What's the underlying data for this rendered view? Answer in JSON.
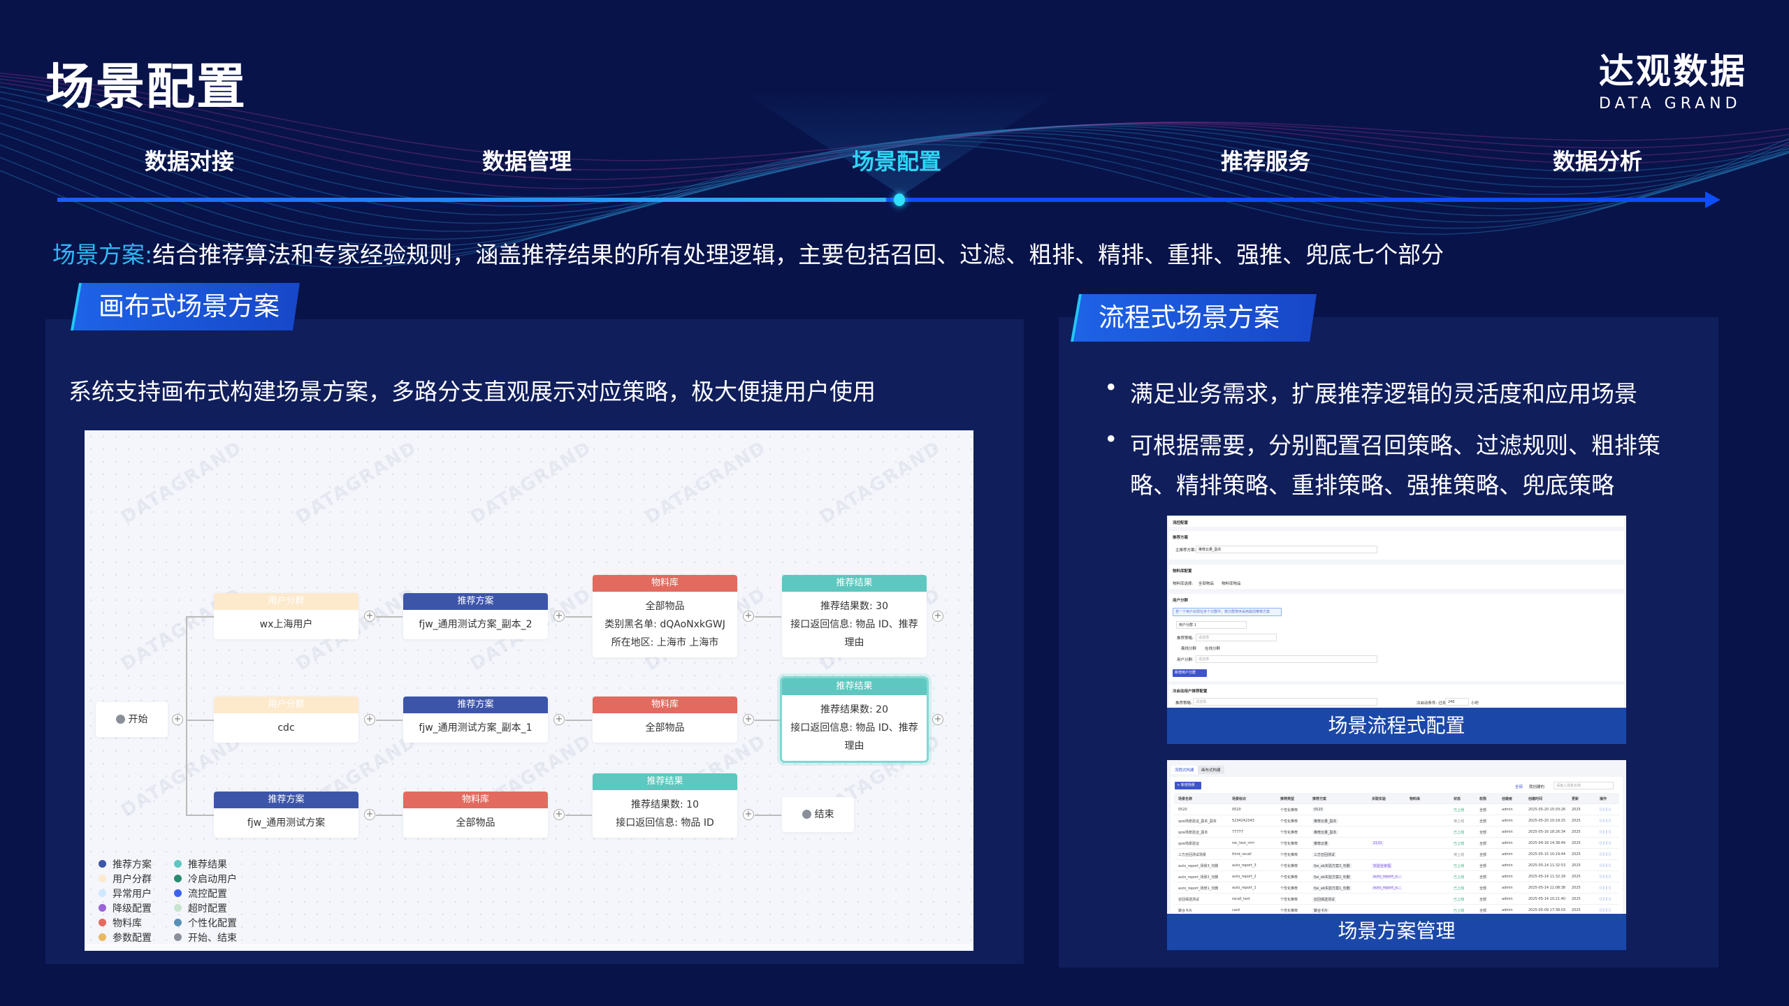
{
  "page_title": "场景配置",
  "logo": {
    "cn": "达观数据",
    "en": "DATA GRAND"
  },
  "nav": {
    "items": [
      "数据对接",
      "数据管理",
      "场景配置",
      "推荐服务",
      "数据分析"
    ],
    "active": "场景配置"
  },
  "description": {
    "key": "场景方案:",
    "text": "结合推荐算法和专家经验规则，涵盖推荐结果的所有处理逻辑，主要包括召回、过滤、粗排、精排、重排、强推、兜底七个部分"
  },
  "colors": {
    "background": "#08134a",
    "accent": "#2fd4f5",
    "tag": "#1e63e8",
    "caption": "#1b48a8"
  },
  "left": {
    "tag": "画布式场景方案",
    "text": "系统支持画布式构建场景方案，多路分支直观展示对应策略，极大便捷用户使用",
    "canvas": {
      "watermark": "DATAGRAND",
      "start": "开始",
      "end": "结束",
      "rows": [
        [
          {
            "type": "用户分群",
            "lines": [
              "wx上海用户"
            ]
          },
          {
            "type": "推荐方案",
            "lines": [
              "fjw_通用测试方案_副本_2"
            ]
          },
          {
            "type": "物料库",
            "lines": [
              "全部物品",
              "类别黑名单: dQAoNxkGWJ",
              "所在地区: 上海市 上海市"
            ]
          },
          {
            "type": "推荐结果",
            "lines": [
              "推荐结果数: 30",
              "接口返回信息: 物品 ID、推荐理由"
            ]
          }
        ],
        [
          {
            "type": "用户分群",
            "lines": [
              "cdc"
            ]
          },
          {
            "type": "推荐方案",
            "lines": [
              "fjw_通用测试方案_副本_1"
            ]
          },
          {
            "type": "物料库",
            "lines": [
              "全部物品"
            ]
          },
          {
            "type": "推荐结果",
            "lines": [
              "推荐结果数: 20",
              "接口返回信息: 物品 ID、推荐理由"
            ]
          }
        ],
        [
          {
            "type": "推荐方案",
            "lines": [
              "fjw_通用测试方案"
            ]
          },
          {
            "type": "物料库",
            "lines": [
              "全部物品"
            ]
          },
          {
            "type": "推荐结果",
            "lines": [
              "推荐结果数: 10",
              "接口返回信息: 物品 ID"
            ]
          }
        ]
      ],
      "legend": [
        {
          "label": "推荐方案",
          "color": "#3d55a9"
        },
        {
          "label": "推荐结果",
          "color": "#5ec7bf"
        },
        {
          "label": "用户分群",
          "color": "#fde9cc"
        },
        {
          "label": "冷启动用户",
          "color": "#2a8a72"
        },
        {
          "label": "异常用户",
          "color": "#cfe8ff"
        },
        {
          "label": "流控配置",
          "color": "#3c63f0"
        },
        {
          "label": "降级配置",
          "color": "#9a63d6"
        },
        {
          "label": "超时配置",
          "color": "#c8e3cf"
        },
        {
          "label": "物料库",
          "color": "#e26a5f"
        },
        {
          "label": "个性化配置",
          "color": "#5a8fb8"
        },
        {
          "label": "参数配置",
          "color": "#e8b860"
        },
        {
          "label": "开始、结束",
          "color": "#8a8f99"
        }
      ]
    }
  },
  "right": {
    "tag": "流程式场景方案",
    "bullets": [
      "满足业务需求，扩展推荐逻辑的灵活度和应用场景",
      "可根据需要，分别配置召回策略、过滤规则、粗排策略、精排策略、重排策略、强推策略、兜底策略"
    ],
    "shot1": {
      "caption": "场景流程式配置",
      "sections": {
        "flow": "流控配置",
        "plan": "推荐方案",
        "plan_label": "主推荐方案:",
        "plan_value": "推荐云量_副本",
        "material": "物料库配置",
        "material_label": "物料库选择:",
        "material_opt1": "全部物品",
        "material_opt2": "物料库物品",
        "segment": "用户分群",
        "segment_info": "若一个用户出现在多个分群中，按分群排序采用最前推荐方案",
        "segment_name": "用户分群 1",
        "strategy_label": "推荐策略:",
        "placeholder": "请选择",
        "offline": "离线分群",
        "online": "在线分群",
        "segment_label": "用户分群:",
        "add_segment": "新增用户分群",
        "cold": "冷启动用户推荐配置",
        "cold_label": "冷启动条件: 过去",
        "cold_value": "240",
        "cold_unit": "小时"
      }
    },
    "shot2": {
      "caption": "场景方案管理",
      "tabs": [
        "流程式构建",
        "画布式构建"
      ],
      "new_button": "+ 新增场景",
      "filters": [
        "全部",
        "我创建的"
      ],
      "search_placeholder": "请输入场景名称",
      "headers": [
        "场景名称",
        "场景标识",
        "推荐类型",
        "推荐方案",
        "关联实验",
        "物料库",
        "状态",
        "权限",
        "创建者",
        "创建时间",
        "更新",
        "操作"
      ],
      "rows": [
        [
          "0520",
          "0520",
          "个性化推荐",
          "0520",
          "",
          "",
          "已上线",
          "全部",
          "admin",
          "2025-05-20 15:03:26",
          "2025"
        ],
        [
          "qzw场景验证_副本_副本",
          "5234242343",
          "个性化推荐",
          "推荐云量_副本",
          "",
          "",
          "待上线",
          "全部",
          "admin",
          "2025-05-20 10:19:25",
          "2025"
        ],
        [
          "qzw场景验证_副本",
          "77777",
          "个性化推荐",
          "推荐云量_副本",
          "",
          "",
          "已上线",
          "全部",
          "admin",
          "2025-05-16 18:26:34",
          "2025"
        ],
        [
          "qzw场景验证",
          "rec_test_rrrrr",
          "个性化推荐",
          "推荐云量",
          "2131",
          "",
          "已上线",
          "全部",
          "admin",
          "2025-04-18 14:38:49",
          "2025"
        ],
        [
          "三方召回测试场景",
          "third_recall",
          "个性化推荐",
          "三方召回测试",
          "",
          "",
          "待上线",
          "全部",
          "admin",
          "2025-05-15 10:19:44",
          "2025"
        ],
        [
          "auto_report_场景3_勿删",
          "auto_report_3",
          "个性化推荐",
          "fjw_ab实验方案3_勿删",
          "实验全家福",
          "",
          "已上线",
          "全部",
          "admin",
          "2025-05-14 11:32:53",
          "2025"
        ],
        [
          "auto_report_场景2_勿删",
          "auto_report_2",
          "个性化推荐",
          "fjw_ab实验方案2_勿删",
          "auto_report_a...",
          "",
          "已上线",
          "全部",
          "admin",
          "2025-05-14 11:32:18",
          "2025"
        ],
        [
          "auto_report_场景1_勿删",
          "auto_report_1",
          "个性化推荐",
          "fjw_ab实验方案1_勿删",
          "auto_report_a...",
          "",
          "已上线",
          "全部",
          "admin",
          "2025-05-14 11:08:38",
          "2025"
        ],
        [
          "召回保送测试",
          "recall_test",
          "个性化推荐",
          "召回保送测试",
          "",
          "",
          "已上线",
          "全部",
          "admin",
          "2025-05-14 10:21:40",
          "2025"
        ],
        [
          "聚合卡片",
          "card",
          "个性化推荐",
          "聚合卡片",
          "",
          "",
          "已上线",
          "全部",
          "admin",
          "2025-05-09 17:38:03",
          "2025"
        ]
      ]
    }
  }
}
